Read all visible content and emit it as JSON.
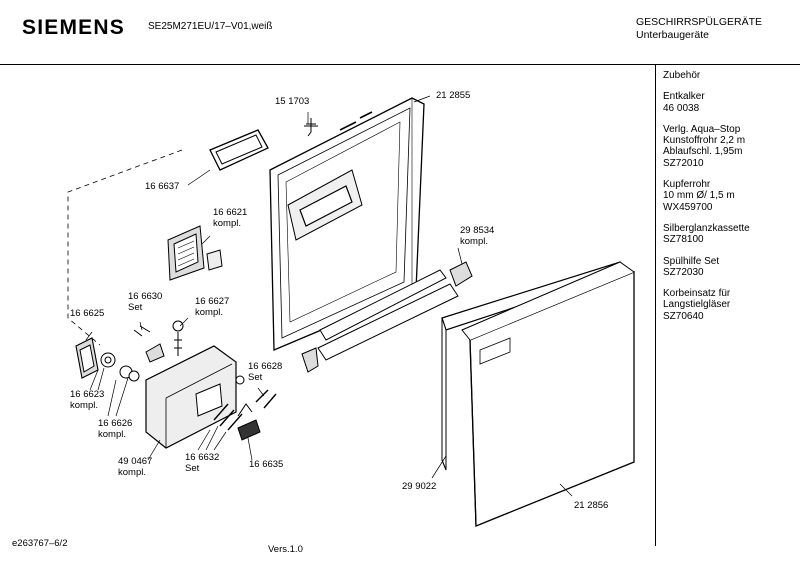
{
  "header": {
    "brand": "SIEMENS",
    "model": "SE25M271EU/17–V01,weiß",
    "category": [
      "GESCHIRRSPÜLGERÄTE",
      "Unterbaugeräte"
    ]
  },
  "sidebar": {
    "title": "Zubehör",
    "items": [
      [
        "Entkalker",
        "46 0038"
      ],
      [
        "Verlg. Aqua–Stop",
        "Kunstoffrohr 2,2 m",
        "Ablaufschl. 1,95m",
        "SZ72010"
      ],
      [
        "Kupferrohr",
        "10 mm Ø/ 1,5 m",
        "WX459700"
      ],
      [
        "Silberglanzkassette",
        "SZ78100"
      ],
      [
        "Spülhilfe Set",
        "SZ72030"
      ],
      [
        "Korbeinsatz für",
        "Langstielgläser",
        "SZ70640"
      ]
    ]
  },
  "parts": [
    [
      "15 1703"
    ],
    [
      "21 2855"
    ],
    [
      "16 6637"
    ],
    [
      "16 6621",
      "kompl."
    ],
    [
      "29 8534",
      "kompl."
    ],
    [
      "16 6625"
    ],
    [
      "16 6630",
      "Set"
    ],
    [
      "16 6627",
      "kompl."
    ],
    [
      "16 6623",
      "kompl."
    ],
    [
      "16 6626",
      "kompl."
    ],
    [
      "16 6628",
      "Set"
    ],
    [
      "49 0467",
      "kompl."
    ],
    [
      "16 6632",
      "Set"
    ],
    [
      "16 6635"
    ],
    [
      "29 9022"
    ],
    [
      "21 2856"
    ]
  ],
  "footer": {
    "doc_id": "e263767–6/2",
    "version": "Vers.1.0"
  }
}
